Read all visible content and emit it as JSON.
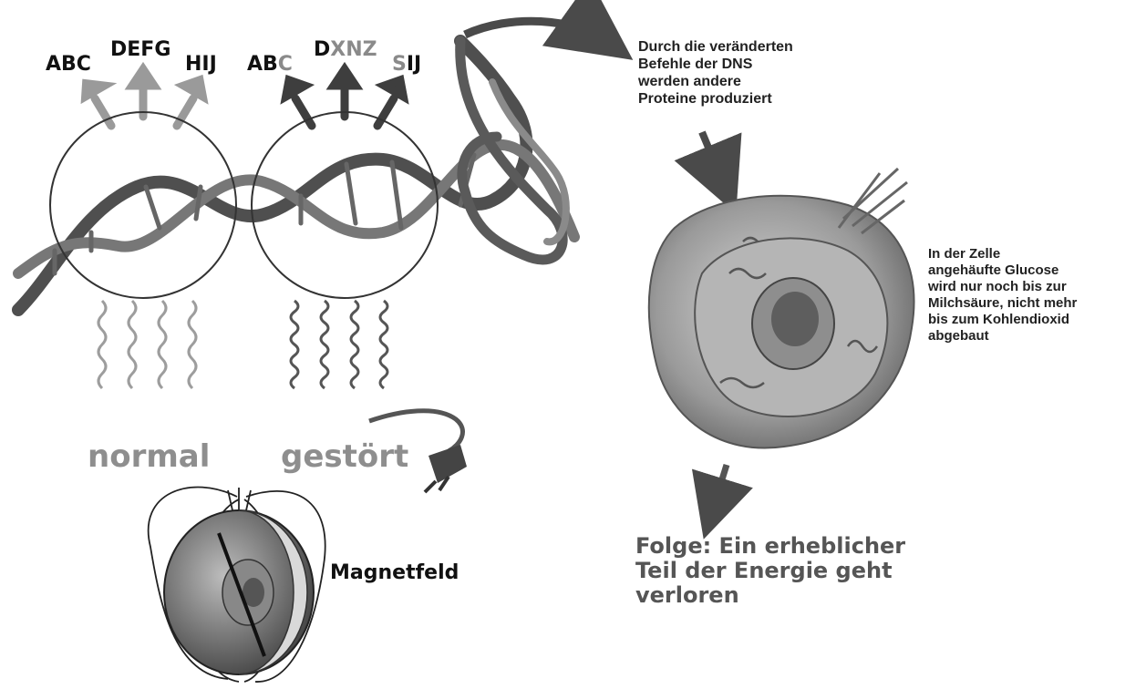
{
  "genes": {
    "normal": [
      "ABC",
      "DEFG",
      "HIJ"
    ],
    "disturbed_first": "AB",
    "disturbed_first_dim": "C",
    "disturbed_second_d": "D",
    "disturbed_second_rest": "XNZ",
    "disturbed_third_s": "S",
    "disturbed_third_rest": "IJ"
  },
  "labels": {
    "normal": "normal",
    "disturbed": "gestört",
    "magnetic_field": "Magnetfeld",
    "dna_note": "Durch die veränderten\nBefehle der DNS\nwerden andere\nProteine produziert",
    "cell_note": "In der Zelle\nangehäufte Glucose\nwird nur noch bis zur\nMilchsäure, nicht mehr\nbis zum Kohlendioxid\nabgebaut",
    "consequence": "Folge: Ein erheblicher\nTeil der Energie geht\nverloren"
  },
  "icons": [
    "dna-helix-icon",
    "wave-icon",
    "power-plug-icon",
    "earth-globe-icon",
    "cell-icon",
    "arrow-icon"
  ],
  "colors": {
    "dark": "#3a3a3a",
    "mid": "#6f6f6f",
    "light": "#9d9d9d",
    "text": "#111111"
  }
}
